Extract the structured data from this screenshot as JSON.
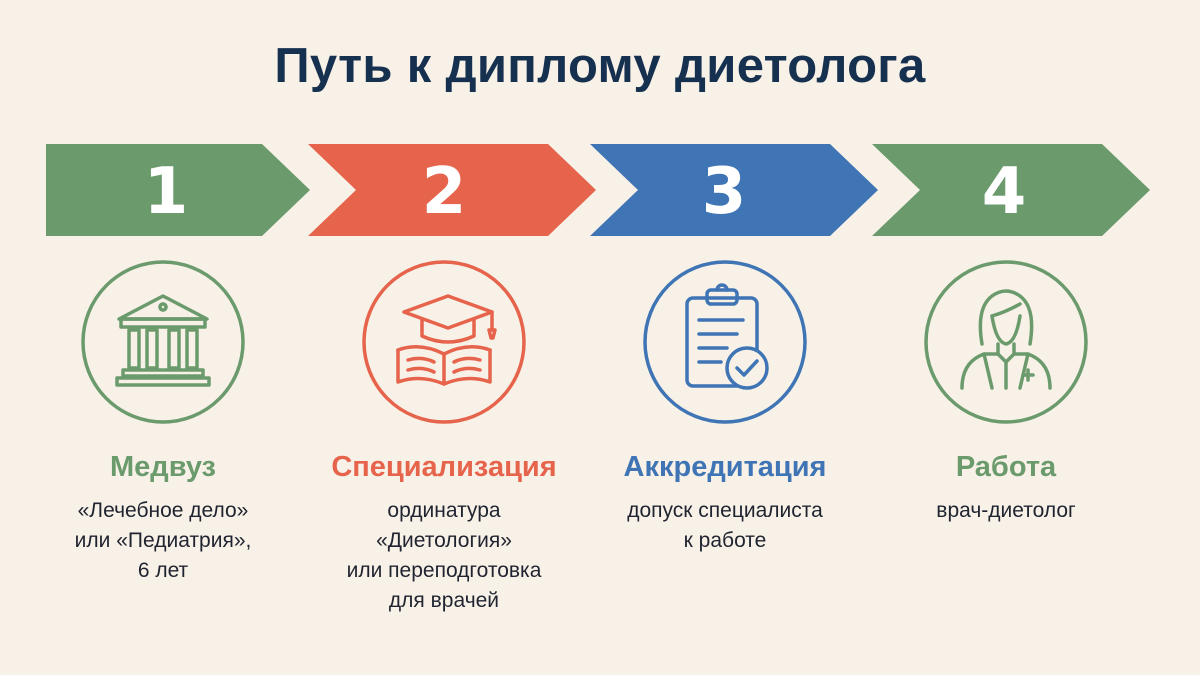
{
  "title": "Путь к диплому диетолога",
  "colors": {
    "green": "#6b9a6c",
    "red": "#e6634c",
    "blue": "#3f74b5",
    "title": "#16304f",
    "background": "#f8f1e7"
  },
  "steps": [
    {
      "number": "1",
      "icon": "university-building-icon",
      "title": "Медвуз",
      "description": "«Лечебное дело»\nили «Педиатрия»,\n6 лет",
      "color": "#6b9a6c"
    },
    {
      "number": "2",
      "icon": "graduation-cap-book-icon",
      "title": "Специализация",
      "description": "ординатура\n«Диетология»\nили переподготовка\nдля врачей",
      "color": "#e6634c"
    },
    {
      "number": "3",
      "icon": "clipboard-check-icon",
      "title": "Аккредитация",
      "description": "допуск специалиста\nк работе",
      "color": "#3f74b5"
    },
    {
      "number": "4",
      "icon": "doctor-icon",
      "title": "Работа",
      "description": "врач-диетолог",
      "color": "#6b9a6c"
    }
  ]
}
